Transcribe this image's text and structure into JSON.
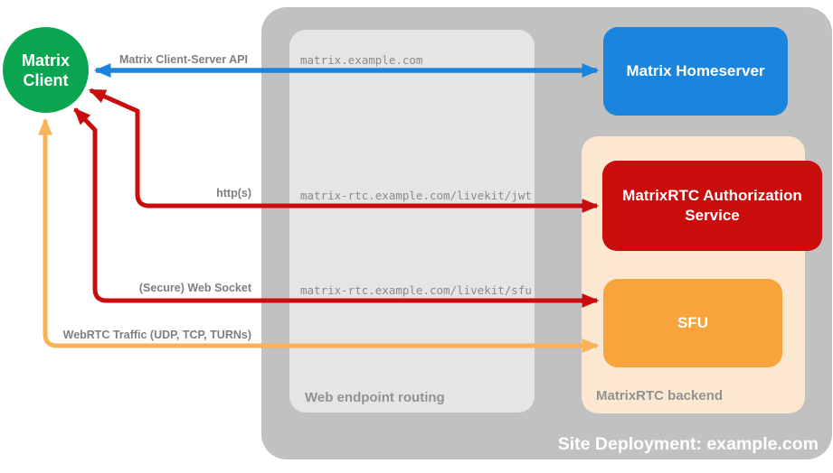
{
  "site": {
    "label": "Site Deployment: example.com",
    "fill": "#c1c1c1"
  },
  "routing": {
    "label": "Web endpoint routing",
    "fill": "#e5e5e5",
    "endpoints": [
      "matrix.example.com",
      "matrix-rtc.example.com/livekit/jwt",
      "matrix-rtc.example.com/livekit/sfu"
    ]
  },
  "backend": {
    "label": "MatrixRTC backend",
    "fill": "#fce7d0"
  },
  "nodes": {
    "client": {
      "line1": "Matrix",
      "line2": "Client",
      "fill": "#0aa550"
    },
    "homeserver": {
      "label": "Matrix Homeserver",
      "fill": "#1b85dd"
    },
    "auth_service": {
      "label": "MatrixRTC Authorization Service",
      "fill": "#c90d0d"
    },
    "sfu": {
      "label": "SFU",
      "fill": "#f9a33b"
    }
  },
  "arrows": {
    "client_server_api": {
      "label": "Matrix Client-Server API",
      "color": "#1b85dd"
    },
    "https": {
      "label": "http(s)",
      "color": "#c90d0d"
    },
    "websocket": {
      "label": "(Secure) Web Socket",
      "color": "#c90d0d"
    },
    "webrtc": {
      "label": "WebRTC Traffic (UDP, TCP, TURNs)",
      "color": "#f9b257"
    }
  }
}
